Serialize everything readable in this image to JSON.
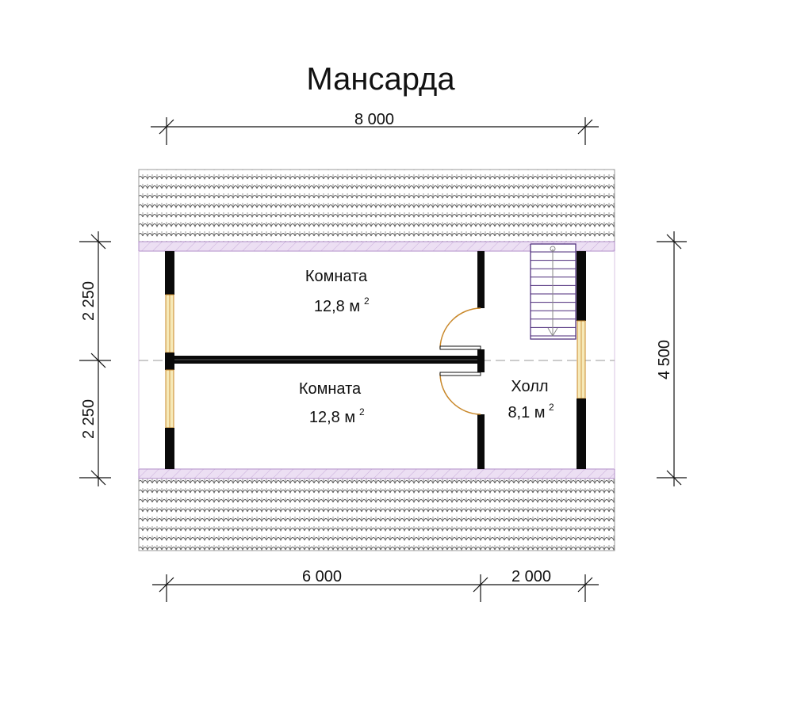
{
  "title": "Мансарда",
  "dimensions": {
    "top_total": "8 000",
    "bottom_left": "6 000",
    "bottom_right": "2 000",
    "left_upper": "2 250",
    "left_lower": "2 250",
    "right_total": "4 500"
  },
  "rooms": [
    {
      "name": "Комната",
      "area": "12,8 м",
      "unit_power": "2"
    },
    {
      "name": "Комната",
      "area": "12,8 м",
      "unit_power": "2"
    },
    {
      "name": "Холл",
      "area": "8,1 м",
      "unit_power": "2"
    }
  ],
  "colors": {
    "wall": "#0a0a0a",
    "eave": "#e6d9f0",
    "door_swing": "#c9882a",
    "window": "#f6e9b8",
    "roof_pattern": "#555555"
  }
}
